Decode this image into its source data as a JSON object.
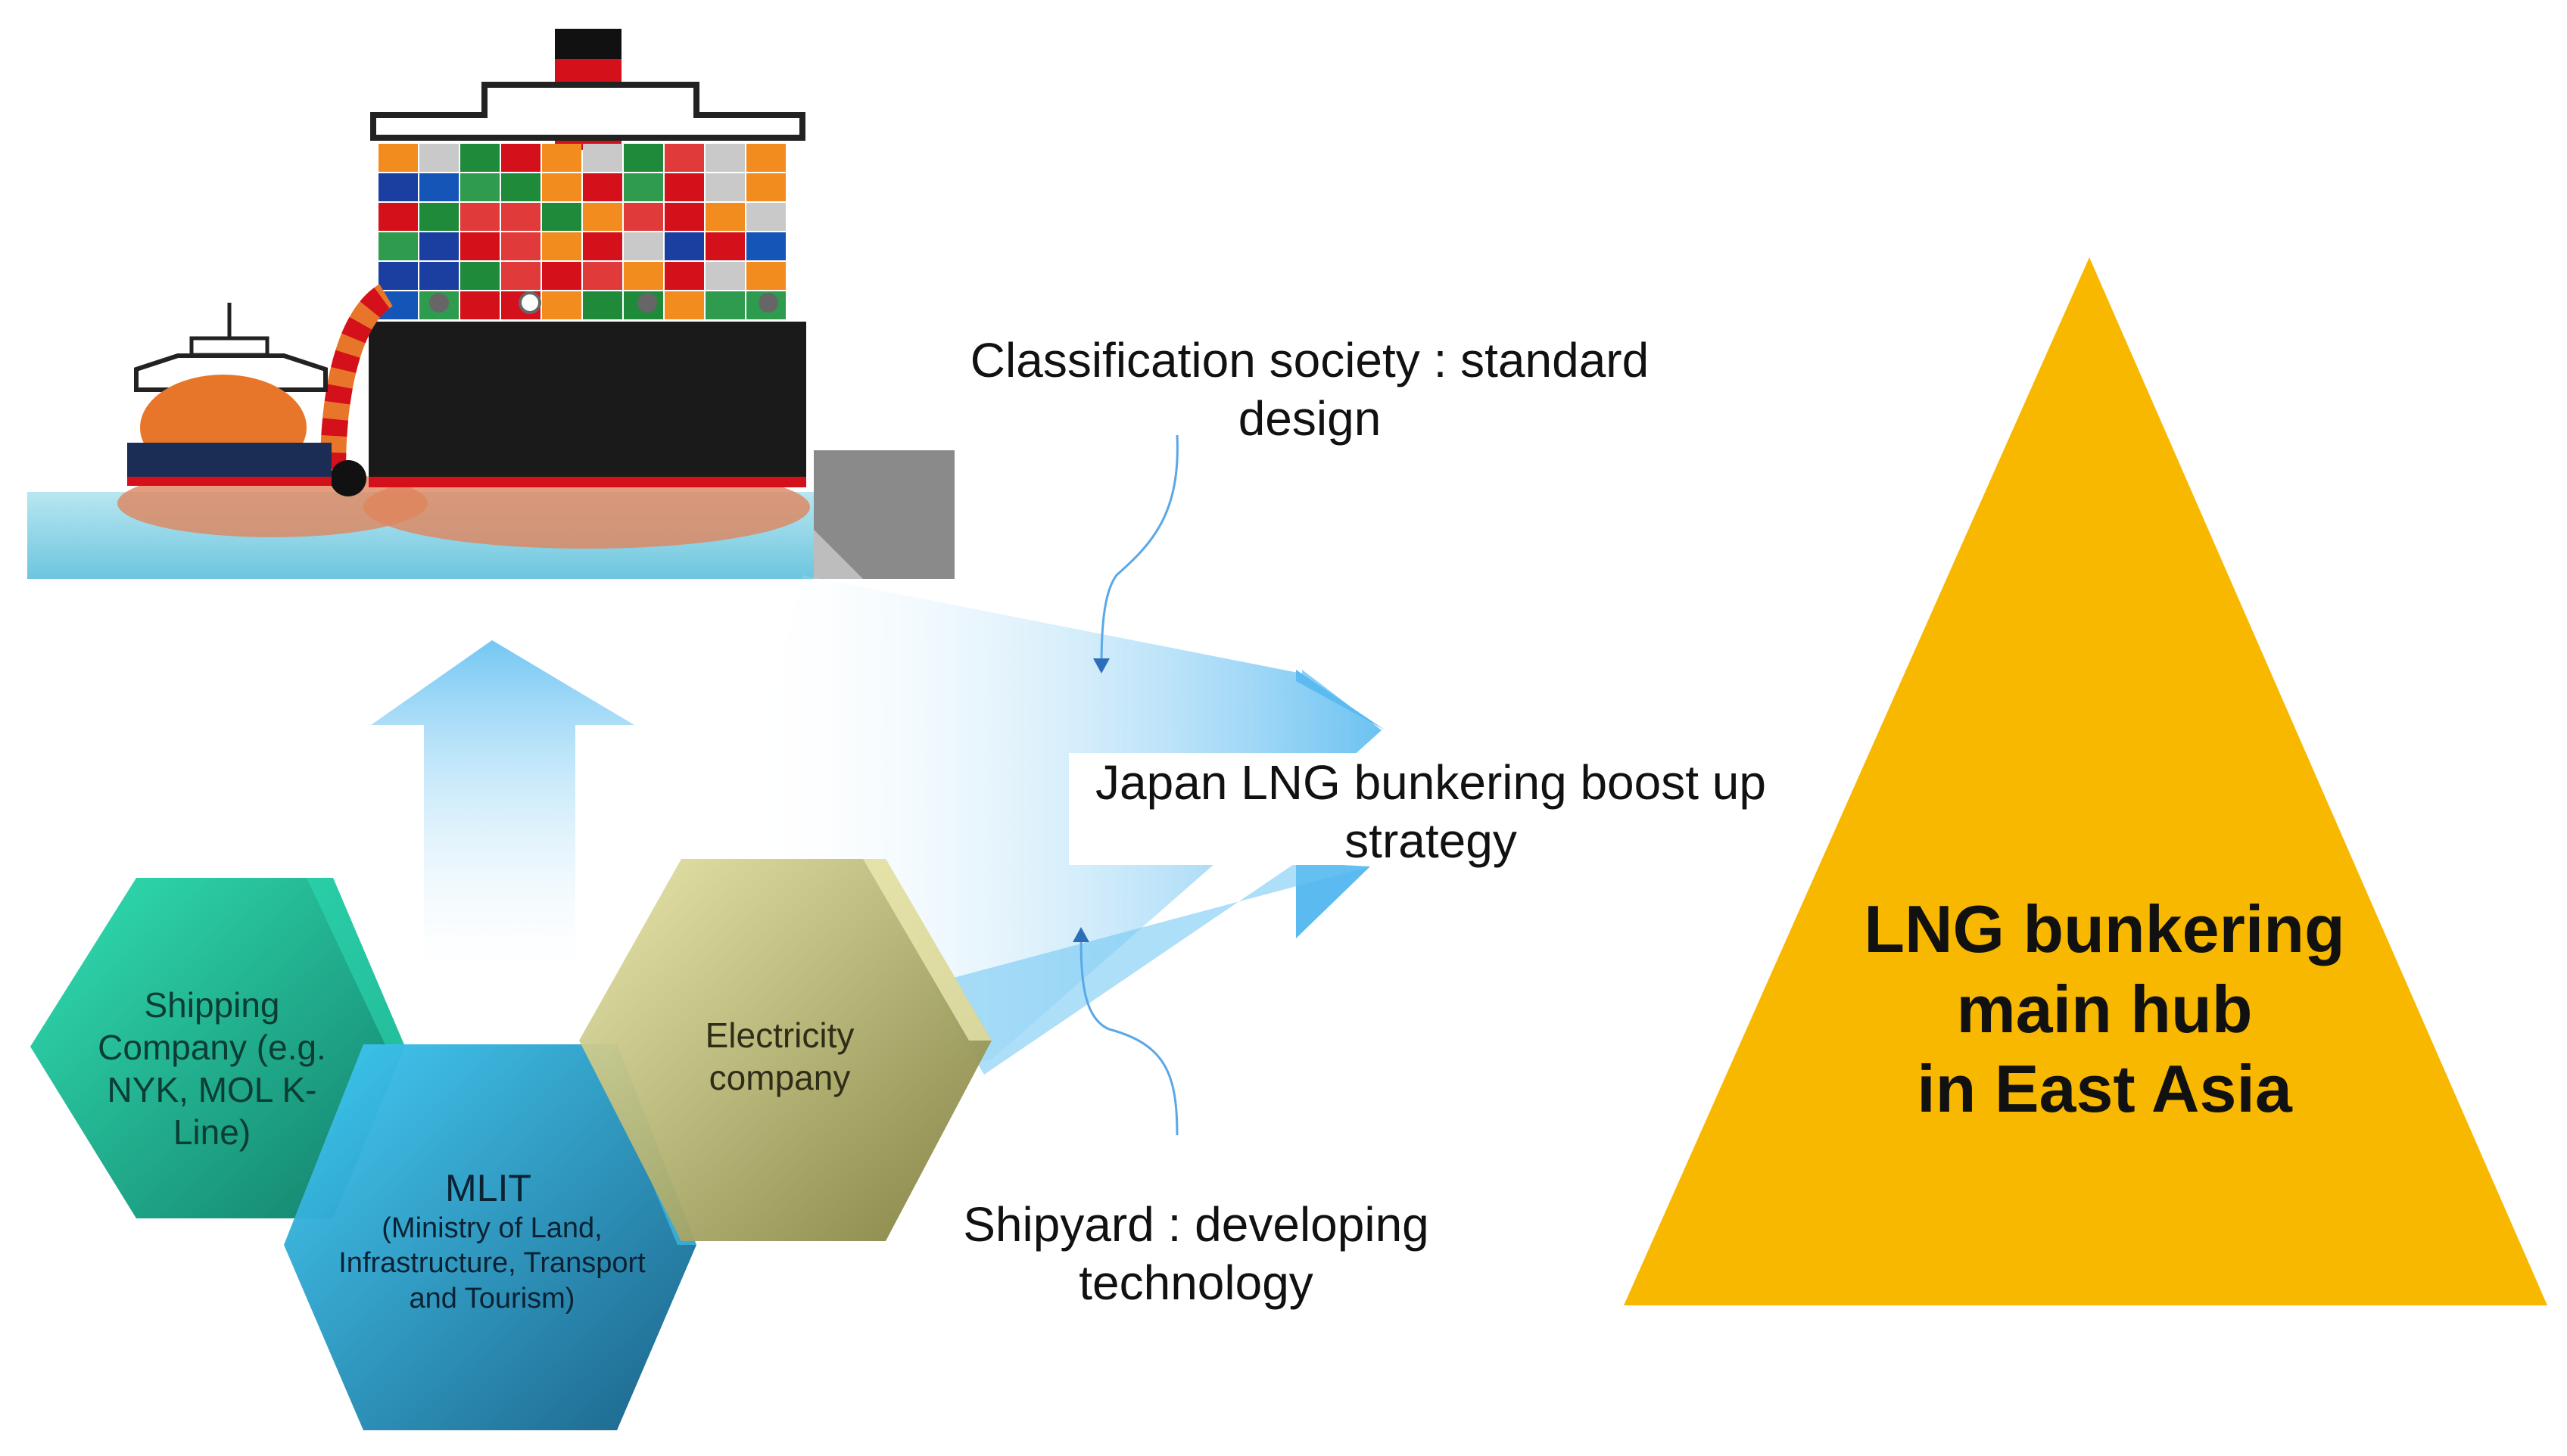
{
  "labels": {
    "classification": "Classification society : standard design",
    "strategy": "Japan LNG bunkering boost up strategy",
    "shipyard": "Shipyard : developing technology"
  },
  "hexagons": {
    "shipping": "Shipping Company (e.g. NYK, MOL K-Line)",
    "mlit_title": "MLIT",
    "mlit_sub": "(Ministry of Land, Infrastructure, Transport and Tourism)",
    "electricity": "Electricity company"
  },
  "hub": {
    "line1": "LNG bunkering",
    "line2": "main hub",
    "line3": "in East Asia"
  },
  "colors": {
    "hub_triangle": "#F9B800",
    "arrow_blue": "#6CC4F2",
    "hex_shipping": "#16A98B",
    "hex_mlit": "#1E8FC0",
    "hex_electricity": "#B5B45E",
    "tug_hull": "#E8762A",
    "ship_hull": "#1A1A1A",
    "funnel_red": "#D4111A",
    "water": "#8ED4E8"
  }
}
